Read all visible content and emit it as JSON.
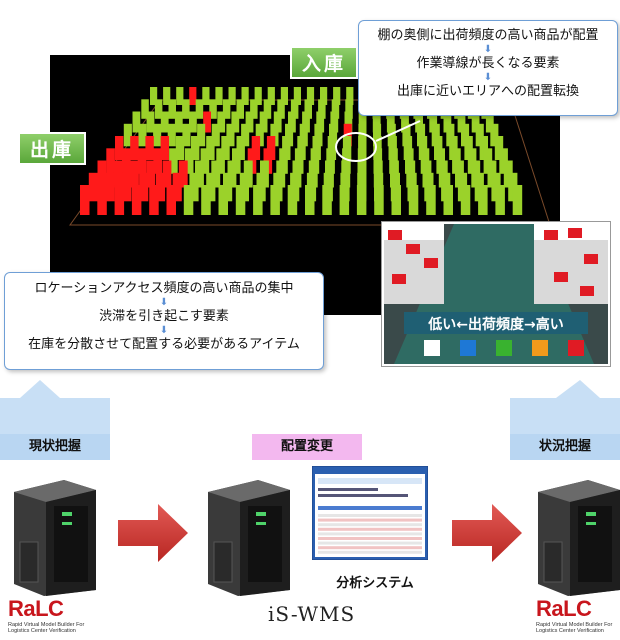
{
  "labels": {
    "inbound": "入庫",
    "outbound": "出庫",
    "inset_axis": "低い←出荷頻度→高い"
  },
  "callout_top": {
    "lines": [
      "棚の奥側に出荷頻度の高い商品が配置",
      "作業導線が長くなる要素",
      "出庫に近いエリアへの配置転換"
    ]
  },
  "callout_left": {
    "lines": [
      "ロケーションアクセス頻度の高い商品の集中",
      "渋滞を引き起こす要素",
      "在庫を分散させて配置する必要があるアイテム"
    ]
  },
  "steps": {
    "current": "現状把握",
    "change": "配置変更",
    "status": "状況把握",
    "analysis": "分析システム"
  },
  "logos": {
    "ralc_left": {
      "title": "RaLC",
      "sub1": "Rapid Virtual Model Builder For",
      "sub2": "Logistics Center Verification"
    },
    "ralc_right": {
      "title": "RaLC",
      "sub1": "Rapid Virtual Model Builder For",
      "sub2": "Logistics Center Verification"
    },
    "iswms": "iS-WMS"
  },
  "colors": {
    "rack_green": "#9bd22a",
    "rack_red": "#ff1a1a",
    "accent_blue": "#b9d6f2",
    "accent_pink": "#f3b8ef",
    "arrow_red": "#c9302c"
  },
  "inset_legend": [
    "white",
    "blue",
    "green",
    "orange",
    "red"
  ]
}
